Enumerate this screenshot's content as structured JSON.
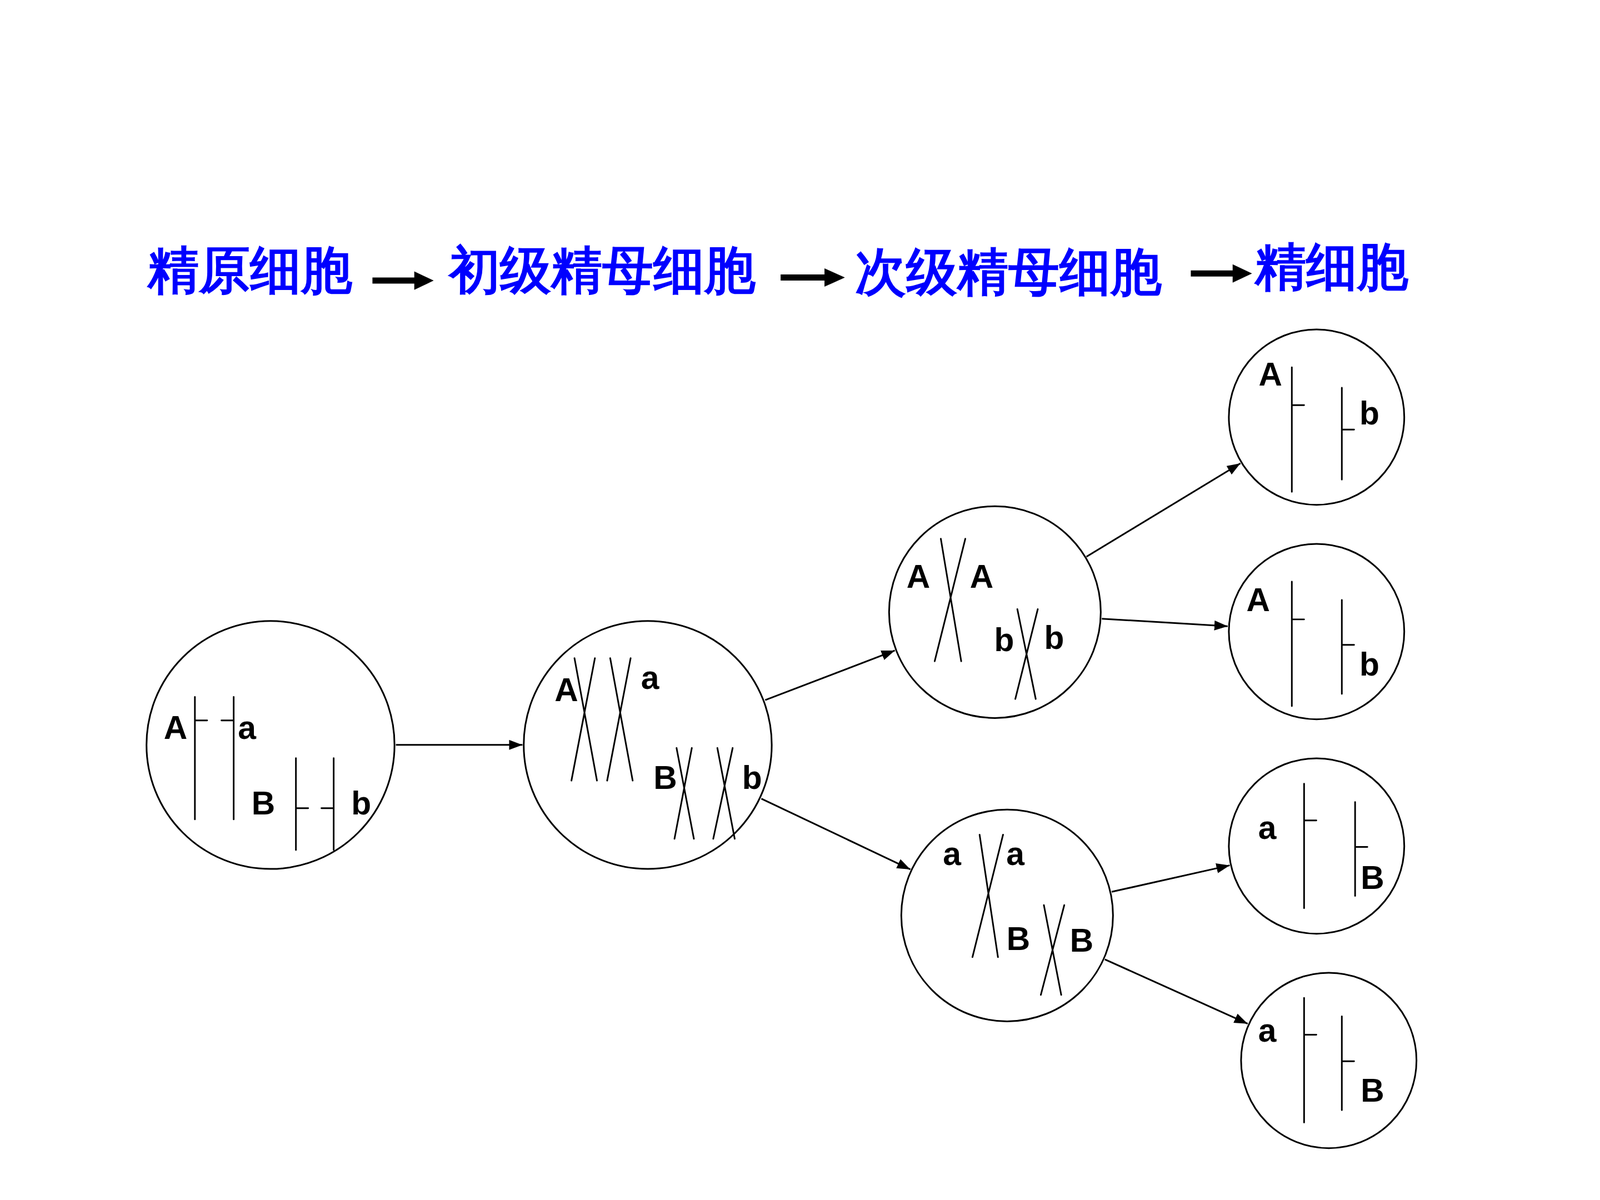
{
  "diagram": {
    "nodes": [
      {
        "text": [
          "A",
          "a",
          "B",
          "b"
        ]
      },
      {
        "text": [
          "A",
          "a",
          "B",
          "b"
        ]
      },
      {
        "text": [
          "A",
          "A",
          "b",
          "b"
        ]
      },
      {
        "text": [
          "a",
          "a",
          "B",
          "B"
        ]
      },
      {
        "text": [
          "A",
          "b"
        ]
      },
      {
        "text": [
          "A",
          "b"
        ]
      },
      {
        "text": [
          "a",
          "B"
        ]
      },
      {
        "text": [
          "a",
          "B"
        ]
      }
    ],
    "edges": [
      {
        "from": 0,
        "to": 1,
        "arrow": "to"
      },
      {
        "from": 1,
        "to": 2,
        "arrow": "to"
      },
      {
        "from": 1,
        "to": 3,
        "arrow": "to"
      },
      {
        "from": 2,
        "to": 4,
        "arrow": "to"
      },
      {
        "from": 2,
        "to": 5,
        "arrow": "to"
      },
      {
        "from": 3,
        "to": 6,
        "arrow": "to"
      },
      {
        "from": 3,
        "to": 7,
        "arrow": "to"
      }
    ],
    "labels": [
      "精原细胞",
      "初级精母细胞",
      "次级精母细胞",
      "精细胞"
    ]
  }
}
